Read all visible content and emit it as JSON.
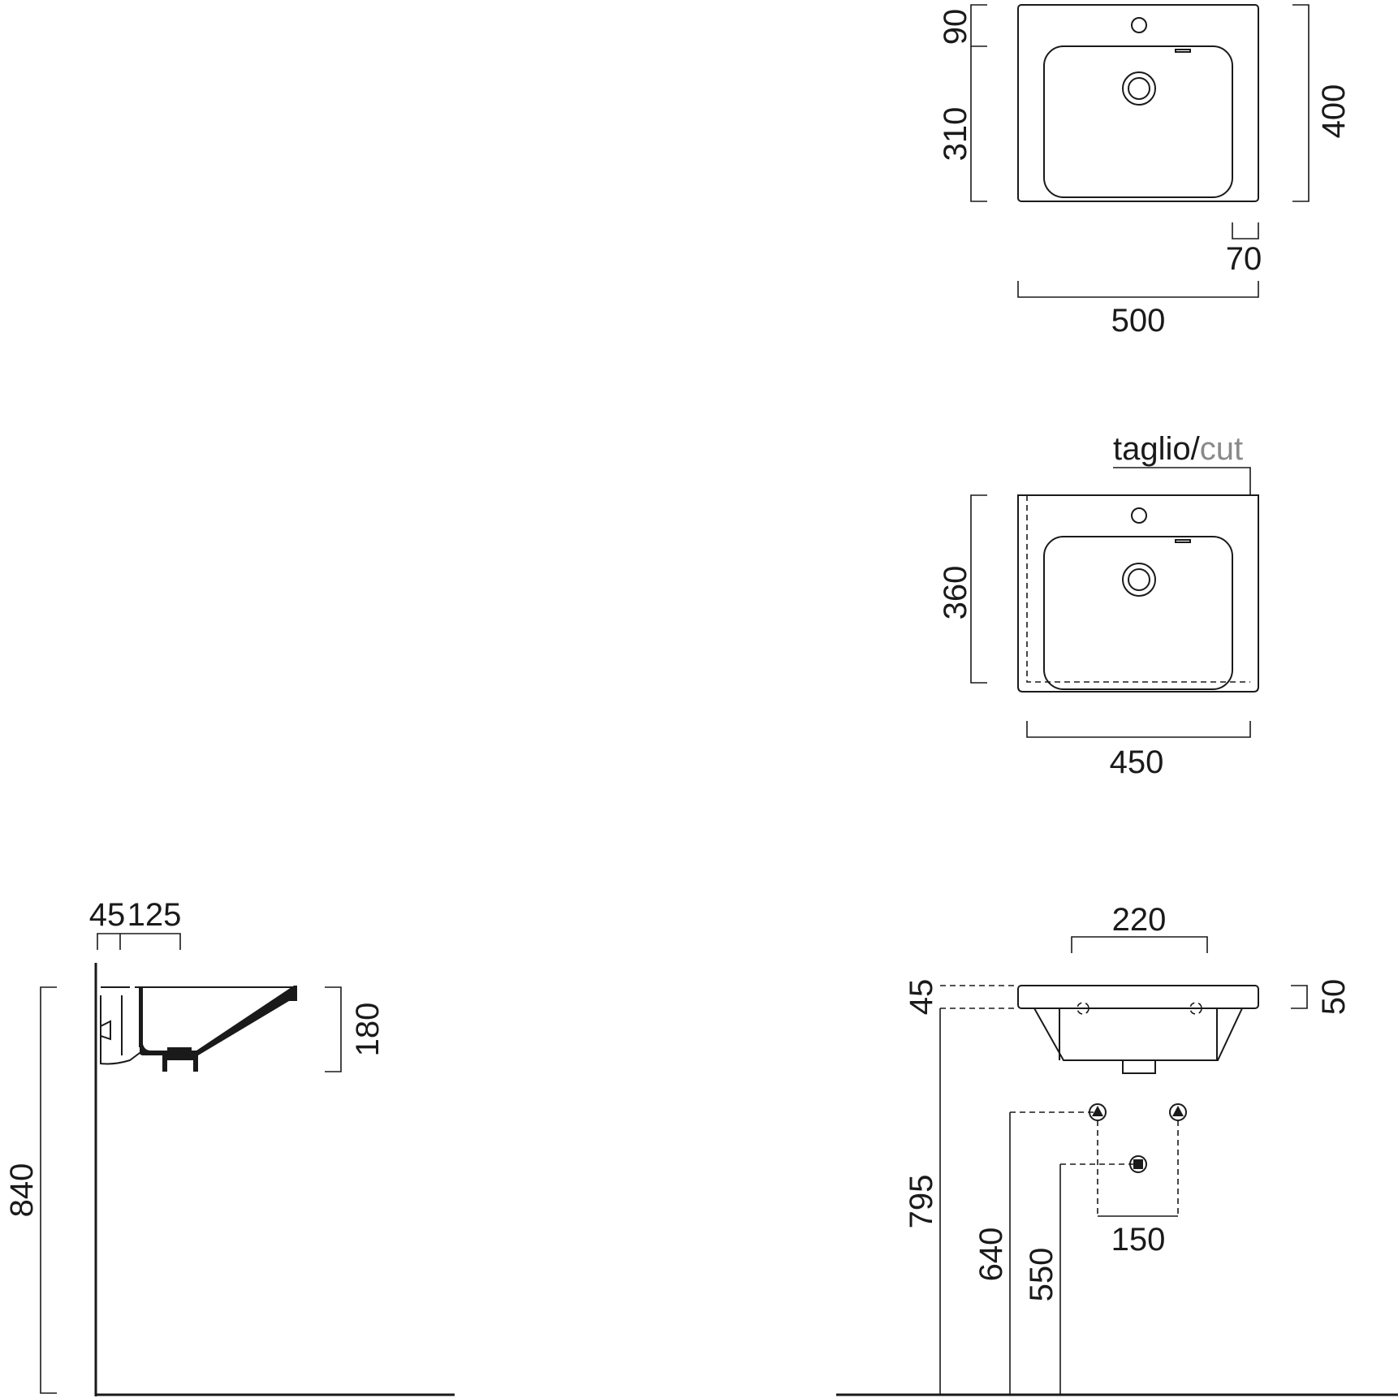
{
  "views": {
    "top_view": {
      "dims": {
        "top_offset": "90",
        "basin_depth": "310",
        "total_depth": "400",
        "side_offset": "70",
        "total_width": "500"
      }
    },
    "cut_view": {
      "label_main": "taglio/",
      "label_accent": "cut",
      "dims": {
        "depth": "360",
        "width": "450"
      }
    },
    "side_view": {
      "dims": {
        "wall_gap": "45",
        "projection": "125",
        "bowl_height": "180",
        "height_floor": "840"
      }
    },
    "front_view": {
      "dims": {
        "taps_spacing": "220",
        "rim_left": "45",
        "rim_right": "50",
        "inlet_height": "795",
        "supply_height": "640",
        "drain_height": "550",
        "supply_spacing": "150"
      }
    }
  },
  "colors": {
    "line": "#1a1a1a",
    "accent": "#8a8a8a",
    "background": "#ffffff"
  }
}
